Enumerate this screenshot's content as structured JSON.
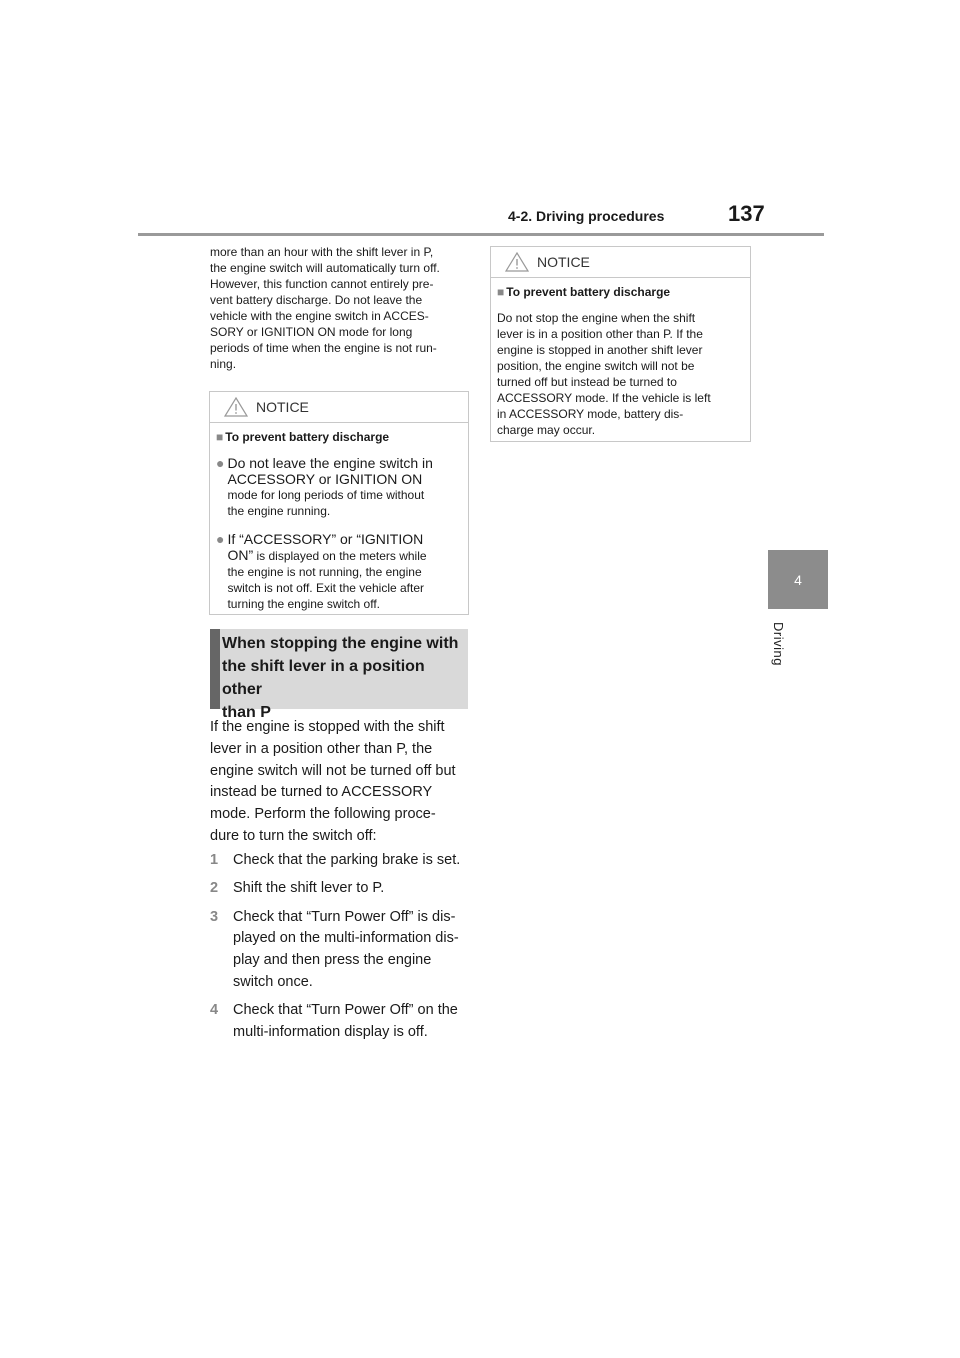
{
  "header": {
    "section": "4-2. Driving procedures",
    "page_number": "137"
  },
  "side_tab": {
    "number": "4",
    "label": "Driving"
  },
  "intro_lines": [
    "more than an hour with the shift lever in P,",
    "the engine switch will automatically turn off.",
    "However, this function cannot entirely pre-",
    "vent battery discharge. Do not leave the",
    "vehicle with the engine switch in ACCES-",
    "SORY or IGNITION ON mode for long",
    "periods of time when the engine is not run-",
    "ning."
  ],
  "notice_left": {
    "title": "NOTICE",
    "heading": "To prevent battery discharge",
    "items": [
      {
        "big": [
          "Do not leave the engine switch in",
          "ACCESSORY or IGNITION ON"
        ],
        "small": [
          "mode for long periods of time without",
          "the engine running."
        ]
      },
      {
        "big": [
          "If “ACCESSORY” or “IGNITION",
          "ON”"
        ],
        "small": [
          " is displayed on the meters while",
          "the engine is not running, the engine",
          "switch is not off. Exit the vehicle after",
          "turning the engine switch off."
        ]
      }
    ]
  },
  "section_banner": {
    "lines": [
      "When stopping the engine with",
      "the shift lever in a position other",
      "than P"
    ]
  },
  "body_lines": [
    "If the engine is stopped with the shift",
    "lever in a position other than P, the",
    "engine switch will not be turned off but",
    "instead be turned to ACCESSORY",
    "mode. Perform the following proce-",
    "dure to turn the switch off:"
  ],
  "steps": [
    {
      "num": "1",
      "lines": [
        "Check that the parking brake is set."
      ]
    },
    {
      "num": "2",
      "lines": [
        "Shift the shift lever to P."
      ]
    },
    {
      "num": "3",
      "lines": [
        "Check that “Turn Power Off” is dis-",
        "played on the multi-information dis-",
        "play and then press the engine",
        "switch once."
      ]
    },
    {
      "num": "4",
      "lines": [
        "Check that “Turn Power Off” on the",
        "multi-information display is off."
      ]
    }
  ],
  "notice_right": {
    "title": "NOTICE",
    "heading": "To prevent battery discharge",
    "lines": [
      "Do not stop the engine when the shift",
      "lever is in a position other than P. If the",
      "engine is stopped in another shift lever",
      "position, the engine switch will not be",
      "turned off but instead be turned to",
      "ACCESSORY mode. If the vehicle is left",
      "in ACCESSORY mode, battery dis-",
      "charge may occur."
    ]
  },
  "colors": {
    "banner_bg": "#d9d9d9",
    "banner_bar": "#666666",
    "side_tab": "#8c8c8c",
    "rule": "#9a9a9a"
  },
  "icons": {
    "notice": "warning-triangle-icon",
    "heading": "square-bullet-icon",
    "item": "circle-bullet-icon"
  }
}
